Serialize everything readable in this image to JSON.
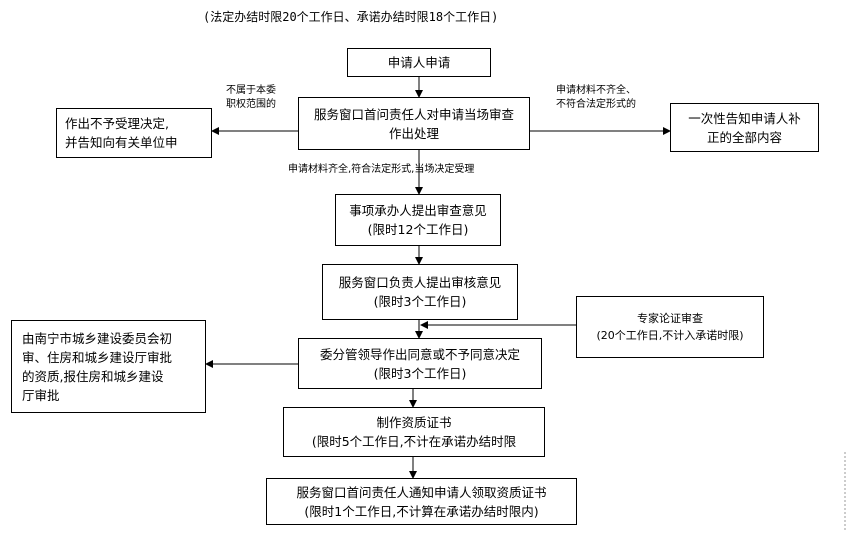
{
  "header": "(法定办结时限20个工作日、承诺办结时限18个工作日)",
  "nodes": {
    "apply": [
      "申请人申请"
    ],
    "window_review": [
      "服务窗口首问责任人对申请当场审查",
      "作出处理"
    ],
    "reject": [
      "作出不予受理决定,",
      "并告知向有关单位申"
    ],
    "notify_supplement": [
      "一次性告知申请人补",
      "正的全部内容"
    ],
    "handler_opinion": [
      "事项承办人提出审查意见",
      "(限时12个工作日)"
    ],
    "window_head": [
      "服务窗口负责人提出审核意见",
      "(限时3个工作日)"
    ],
    "expert_review": [
      "专家论证审查",
      "(20个工作日,不计入承诺时限)"
    ],
    "committee_decision": [
      "委分管领导作出同意或不予同意决定",
      "(限时3个工作日)"
    ],
    "nanning_review": [
      "由南宁市城乡建设委员会初",
      "审、住房和城乡建设厅审批",
      "的资质,报住房和城乡建设",
      "厅审批"
    ],
    "make_certificate": [
      "制作资质证书",
      "(限时5个工作日,不计在承诺办结时限"
    ],
    "notify_collect": [
      "服务窗口首问责任人通知申请人领取资质证书",
      "(限时1个工作日,不计算在承诺办结时限内)"
    ]
  },
  "edge_labels": {
    "not_in_scope": [
      "不属于本委",
      "职权范围的"
    ],
    "incomplete": [
      "申请材料不齐全、",
      "不符合法定形式的"
    ],
    "accepted": "申请材料齐全,符合法定形式,当场决定受理"
  }
}
